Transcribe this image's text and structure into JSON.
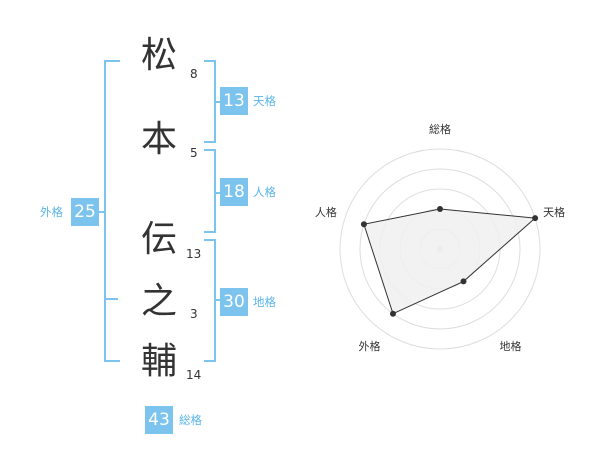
{
  "name": {
    "characters": [
      {
        "char": "松",
        "strokes": "8"
      },
      {
        "char": "本",
        "strokes": "5"
      },
      {
        "char": "伝",
        "strokes": "13"
      },
      {
        "char": "之",
        "strokes": "3"
      },
      {
        "char": "輔",
        "strokes": "14"
      }
    ]
  },
  "fortunes": {
    "tenkaku": {
      "value": "13",
      "label": "天格"
    },
    "jinkaku": {
      "value": "18",
      "label": "人格"
    },
    "chikaku": {
      "value": "30",
      "label": "地格"
    },
    "gaikaku": {
      "value": "25",
      "label": "外格"
    },
    "soukaku": {
      "value": "43",
      "label": "総格"
    }
  },
  "colors": {
    "accent": "#7cc4ee",
    "accent_text": "#5ab4e8",
    "radar_fill": "#f0f0f0",
    "radar_line": "#333333",
    "ring": "#dddddd"
  },
  "chart_data": {
    "type": "radar",
    "axes": [
      "総格",
      "天格",
      "地格",
      "外格",
      "人格"
    ],
    "values": [
      2,
      5,
      2,
      4,
      4
    ],
    "rmax": 5,
    "rings": 5
  }
}
